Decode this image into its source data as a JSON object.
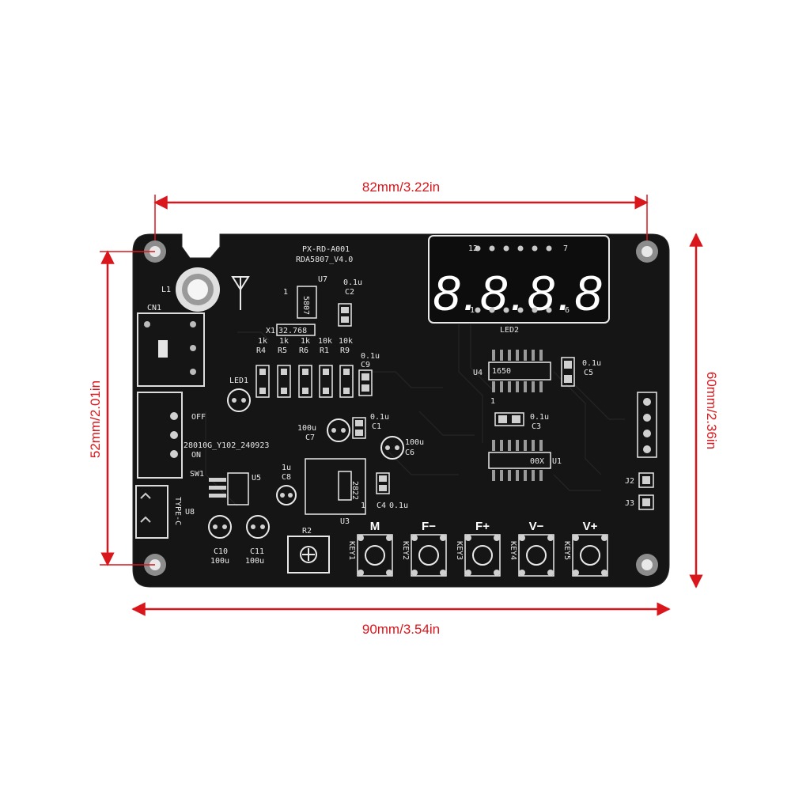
{
  "dimensions": {
    "top_width": "82mm/3.22in",
    "bottom_width": "90mm/3.54in",
    "left_height": "52mm/2.01in",
    "right_height": "60mm/2.36in",
    "color": "#d9161b"
  },
  "board": {
    "model": "PX-RD-A001",
    "chip_version": "RDA5807_V4.0",
    "batch": "28010G_Y102_240923",
    "display_digits": "8.8.8.8",
    "color": "#151515"
  },
  "silkscreen": {
    "L1": "L1",
    "CN1": "CN1",
    "U7": "U7",
    "IC_5807": "5807",
    "C2": "C2",
    "C2_val": "0.1u",
    "X1": "X1",
    "X1_val": "32.768",
    "LED1": "LED1",
    "LED2": "LED2",
    "R4": "R4",
    "R5": "R5",
    "R6": "R6",
    "R1": "R1",
    "R9": "R9",
    "R4_val": "1k",
    "R5_val": "1k",
    "R6_val": "1k",
    "R1_val": "10k",
    "R9_val": "10k",
    "C9": "C9",
    "C9_val": "0.1u",
    "OFF": "OFF",
    "ON": "ON",
    "SW1": "SW1",
    "C7": "C7",
    "C7_val": "100u",
    "C1": "C1",
    "C1_val": "0.1u",
    "C6": "C6",
    "C6_val": "100u",
    "C8": "C8",
    "C8_val": "1u",
    "U5": "U5",
    "U8": "U8",
    "U3": "U3",
    "IC_2822": "2822",
    "C4": "C4",
    "C4_val": "0.1u",
    "TYPE_C": "TYPE-C",
    "C10": "C10",
    "C10_val": "100u",
    "C11": "C11",
    "C11_val": "100u",
    "R2": "R2",
    "U4": "U4",
    "IC_1650": "1650",
    "C5": "C5",
    "C5_val": "0.1u",
    "C3": "C3",
    "C3_val": "0.1u",
    "U1": "U1",
    "IC_00X": "00X",
    "J2": "J2",
    "J3": "J3",
    "pin12": "12",
    "pin7": "7",
    "pin1": "1",
    "pin6": "6",
    "pin1b": "1",
    "pin1c": "1",
    "pin1d": "1"
  },
  "keys": [
    {
      "label": "M",
      "ref": "KEY1"
    },
    {
      "label": "F−",
      "ref": "KEY2"
    },
    {
      "label": "F+",
      "ref": "KEY3"
    },
    {
      "label": "V−",
      "ref": "KEY4"
    },
    {
      "label": "V+",
      "ref": "KEY5"
    }
  ]
}
